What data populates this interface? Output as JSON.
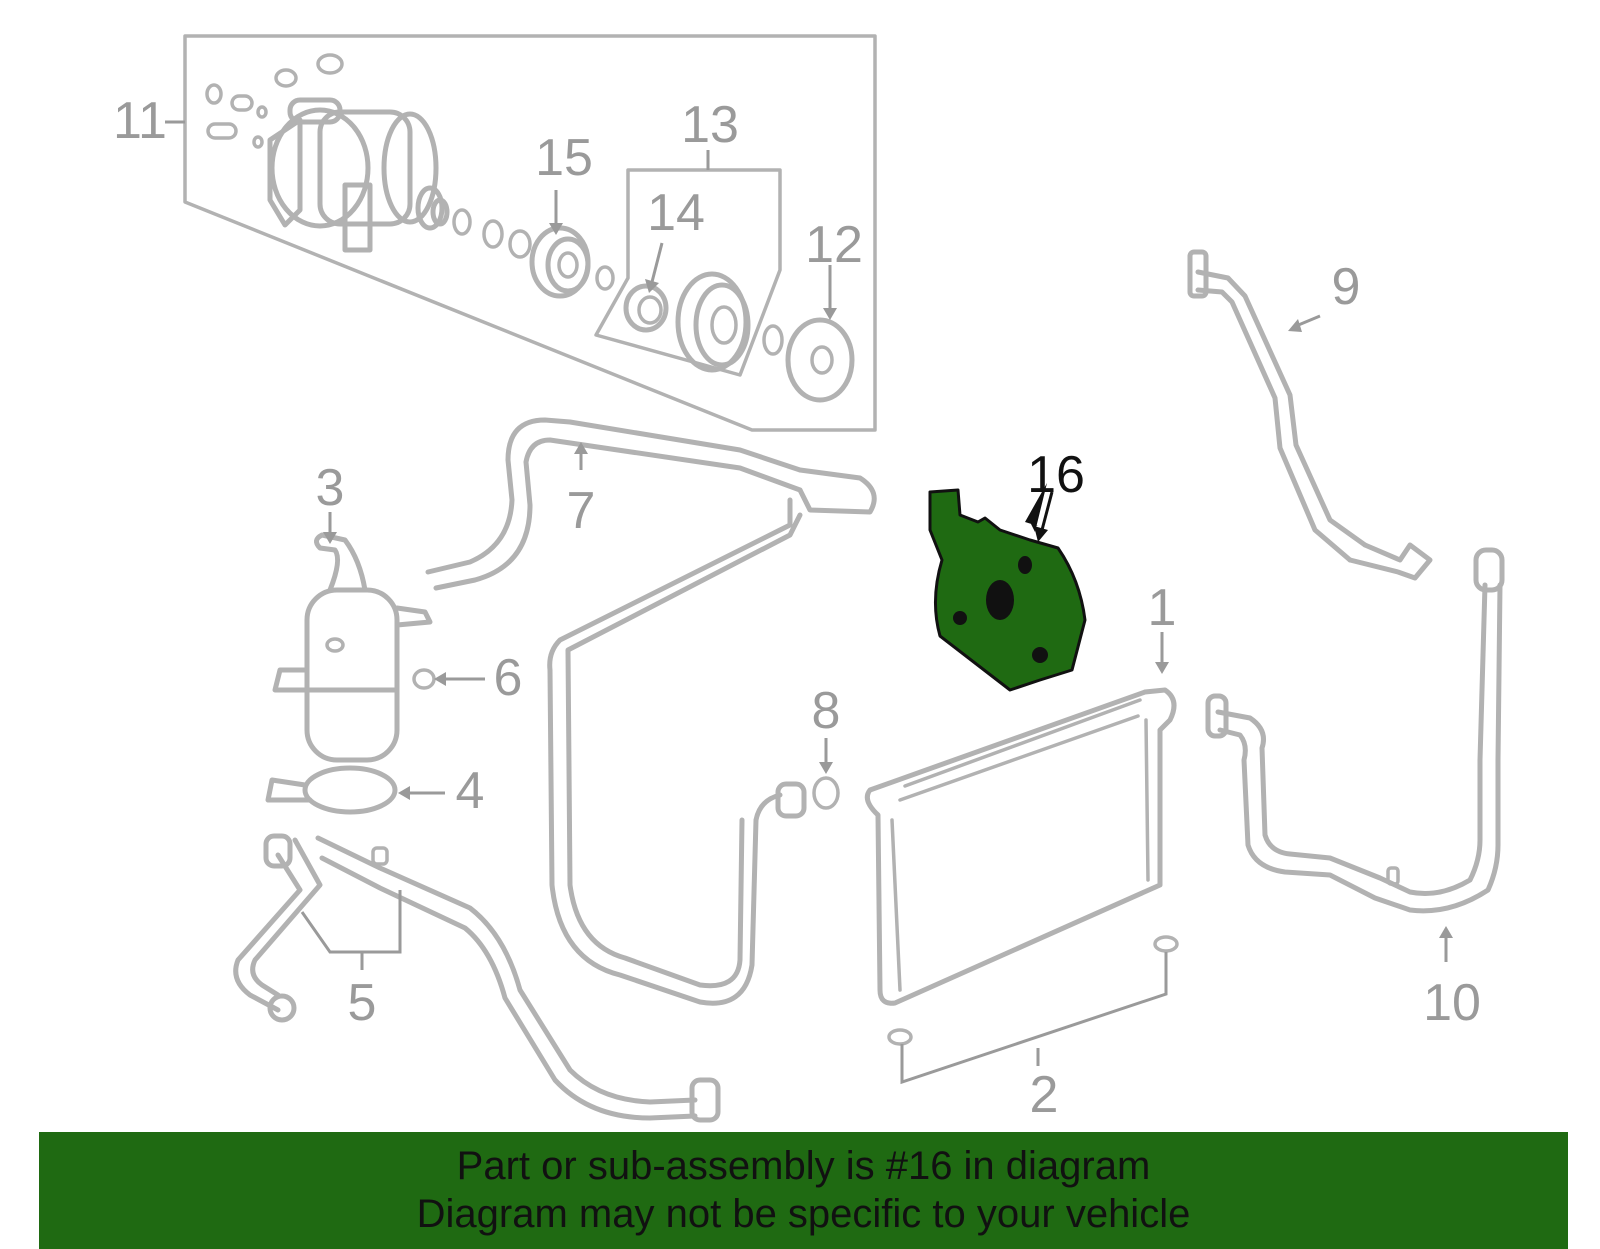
{
  "diagram": {
    "highlight_color": "#1f6a12",
    "line_color": "#b2b2b2",
    "highlighted_callout": "16",
    "callouts": {
      "c1": "1",
      "c2": "2",
      "c3": "3",
      "c4": "4",
      "c5": "5",
      "c6": "6",
      "c7": "7",
      "c8": "8",
      "c9": "9",
      "c10": "10",
      "c11": "11",
      "c12": "12",
      "c13": "13",
      "c14": "14",
      "c15": "15",
      "c16": "16"
    }
  },
  "banner": {
    "line1": "Part or sub-assembly is #16 in diagram",
    "line2": "Diagram may not be specific to your vehicle"
  }
}
